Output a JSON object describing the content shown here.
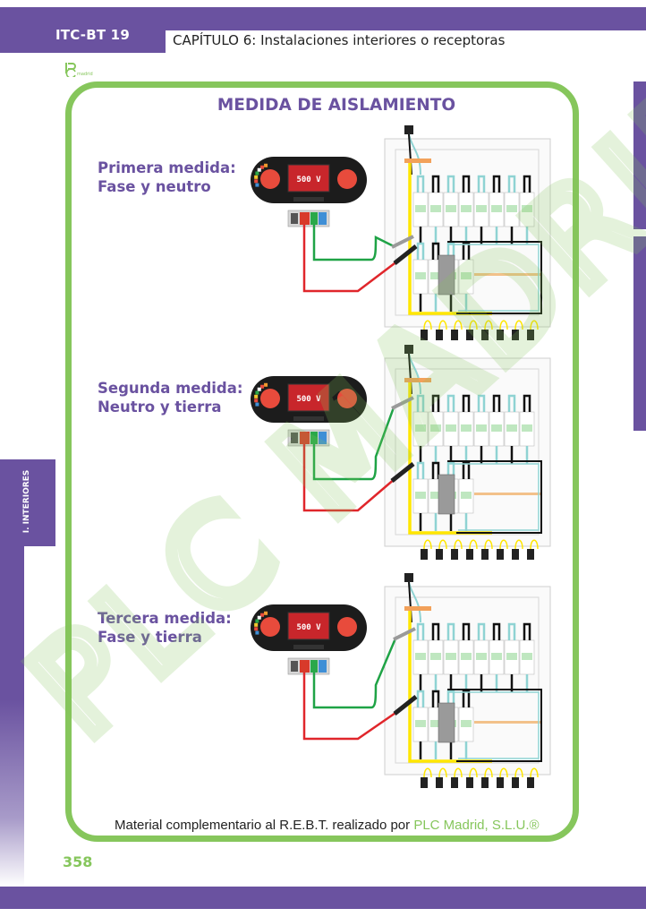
{
  "header": {
    "code": "ITC-BT 19",
    "chapter": "CAPÍTULO 6: Instalaciones interiores o receptoras",
    "logo": "plc-madrid-logo"
  },
  "side_tab": {
    "label": "I. INTERIORES"
  },
  "main": {
    "title": "MEDIDA DE AISLAMIENTO",
    "measurements": [
      {
        "line1": "Primera medida:",
        "line2": "Fase y neutro",
        "meter_reading": "500 V"
      },
      {
        "line1": "Segunda medida:",
        "line2": "Neutro y tierra",
        "meter_reading": "500 V"
      },
      {
        "line1": "Tercera medida:",
        "line2": "Fase y tierra",
        "meter_reading": "500 V"
      }
    ]
  },
  "footer": {
    "text": "Material complementario al R.E.B.T. realizado por ",
    "brand": "PLC Madrid, S.L.U.®"
  },
  "page_number": "358",
  "watermark": "PLC MADRID",
  "colors": {
    "purple": "#6a52a0",
    "green": "#86c65c",
    "probe_red": "#e0262b",
    "probe_green": "#1fa346",
    "wire_yellow": "#ffe600",
    "wire_blue": "#8fd3d3"
  }
}
